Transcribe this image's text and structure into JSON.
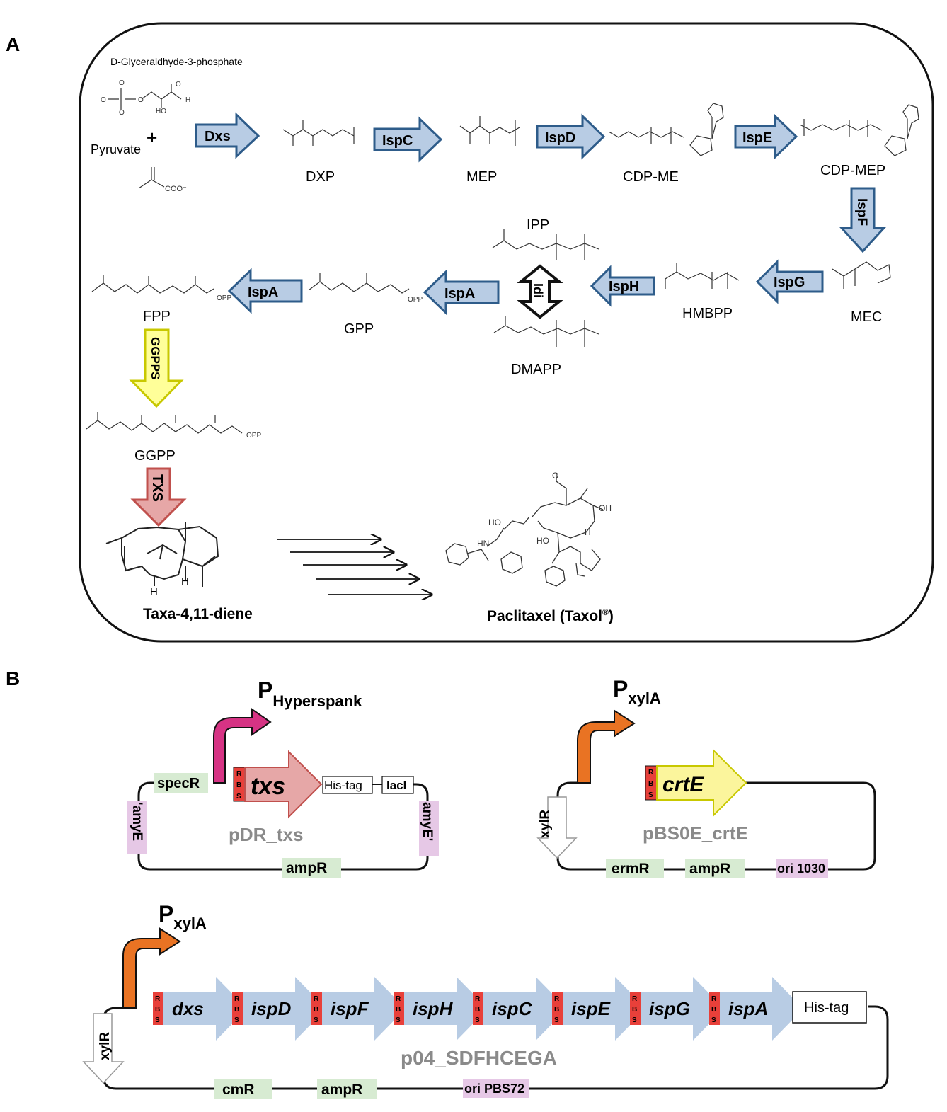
{
  "panel_a": {
    "label": "A",
    "substrate_g3p": "D-Glyceraldhyde-3-phosphate",
    "substrate_pyruvate": "Pyruvate",
    "plus": "+",
    "metabolites": {
      "dxp": "DXP",
      "mep": "MEP",
      "cdp_me": "CDP-ME",
      "cdp_mep": "CDP-MEP",
      "mec": "MEC",
      "hmbpp": "HMBPP",
      "ipp": "IPP",
      "dmapp": "DMAPP",
      "gpp": "GPP",
      "fpp": "FPP",
      "ggpp": "GGPP",
      "taxadiene": "Taxa-4,11-diene",
      "paclitaxel": "Paclitaxel (Taxol",
      "paclitaxel_reg": "®",
      "paclitaxel_close": ")"
    },
    "enzymes": {
      "dxs": "Dxs",
      "ispc": "IspC",
      "ispd": "IspD",
      "ispe": "IspE",
      "ispf": "IspF",
      "ispg": "IspG",
      "isph": "IspH",
      "idi": "Idi",
      "ispa_1": "IspA",
      "ispa_2": "IspA",
      "ggpps": "GGPPS",
      "txs": "TXS"
    },
    "colors": {
      "enzyme_fill": "#b8cce4",
      "enzyme_stroke": "#2e5c8a",
      "ggpps_fill": "#ffff99",
      "ggpps_stroke": "#c8c800",
      "txs_fill": "#e6a7a7",
      "txs_stroke": "#c0504d"
    }
  },
  "panel_b": {
    "label": "B",
    "plasmid_txs": {
      "name": "pDR_txs",
      "promoter_p": "P",
      "promoter_sub": "Hyperspank",
      "gene": "txs",
      "his_tag": "His-tag",
      "laci": "lacI",
      "specr": "specR",
      "amye_left": "'amyE",
      "amye_right": "amyE'",
      "ampr": "ampR",
      "rbs": [
        "R",
        "B",
        "S"
      ]
    },
    "plasmid_crte": {
      "name": "pBS0E_crtE",
      "promoter_p": "P",
      "promoter_sub": "xylA",
      "gene": "crtE",
      "xylr": "xylR",
      "ermr": "ermR",
      "ampr": "ampR",
      "ori": "ori 1030",
      "rbs": [
        "R",
        "B",
        "S"
      ]
    },
    "plasmid_operon": {
      "name": "p04_SDFHCEGA",
      "promoter_p": "P",
      "promoter_sub": "xylA",
      "genes": [
        "dxs",
        "ispD",
        "ispF",
        "ispH",
        "ispC",
        "ispE",
        "ispG",
        "ispA"
      ],
      "his_tag": "His-tag",
      "xylr": "xylR",
      "cmr": "cmR",
      "ampr": "ampR",
      "ori": "ori PBS72",
      "rbs": [
        "R",
        "B",
        "S"
      ]
    },
    "colors": {
      "green_marker": "#d7ebd2",
      "pink_marker": "#e6c8e6",
      "rbs_red": "#e8403a",
      "promoter_magenta": "#d63384",
      "promoter_orange": "#e97323",
      "txs_fill": "#e6a7a7",
      "crte_fill": "#fbf59c",
      "operon_fill": "#b8cce4",
      "name_grey": "#8a8a8a"
    }
  }
}
